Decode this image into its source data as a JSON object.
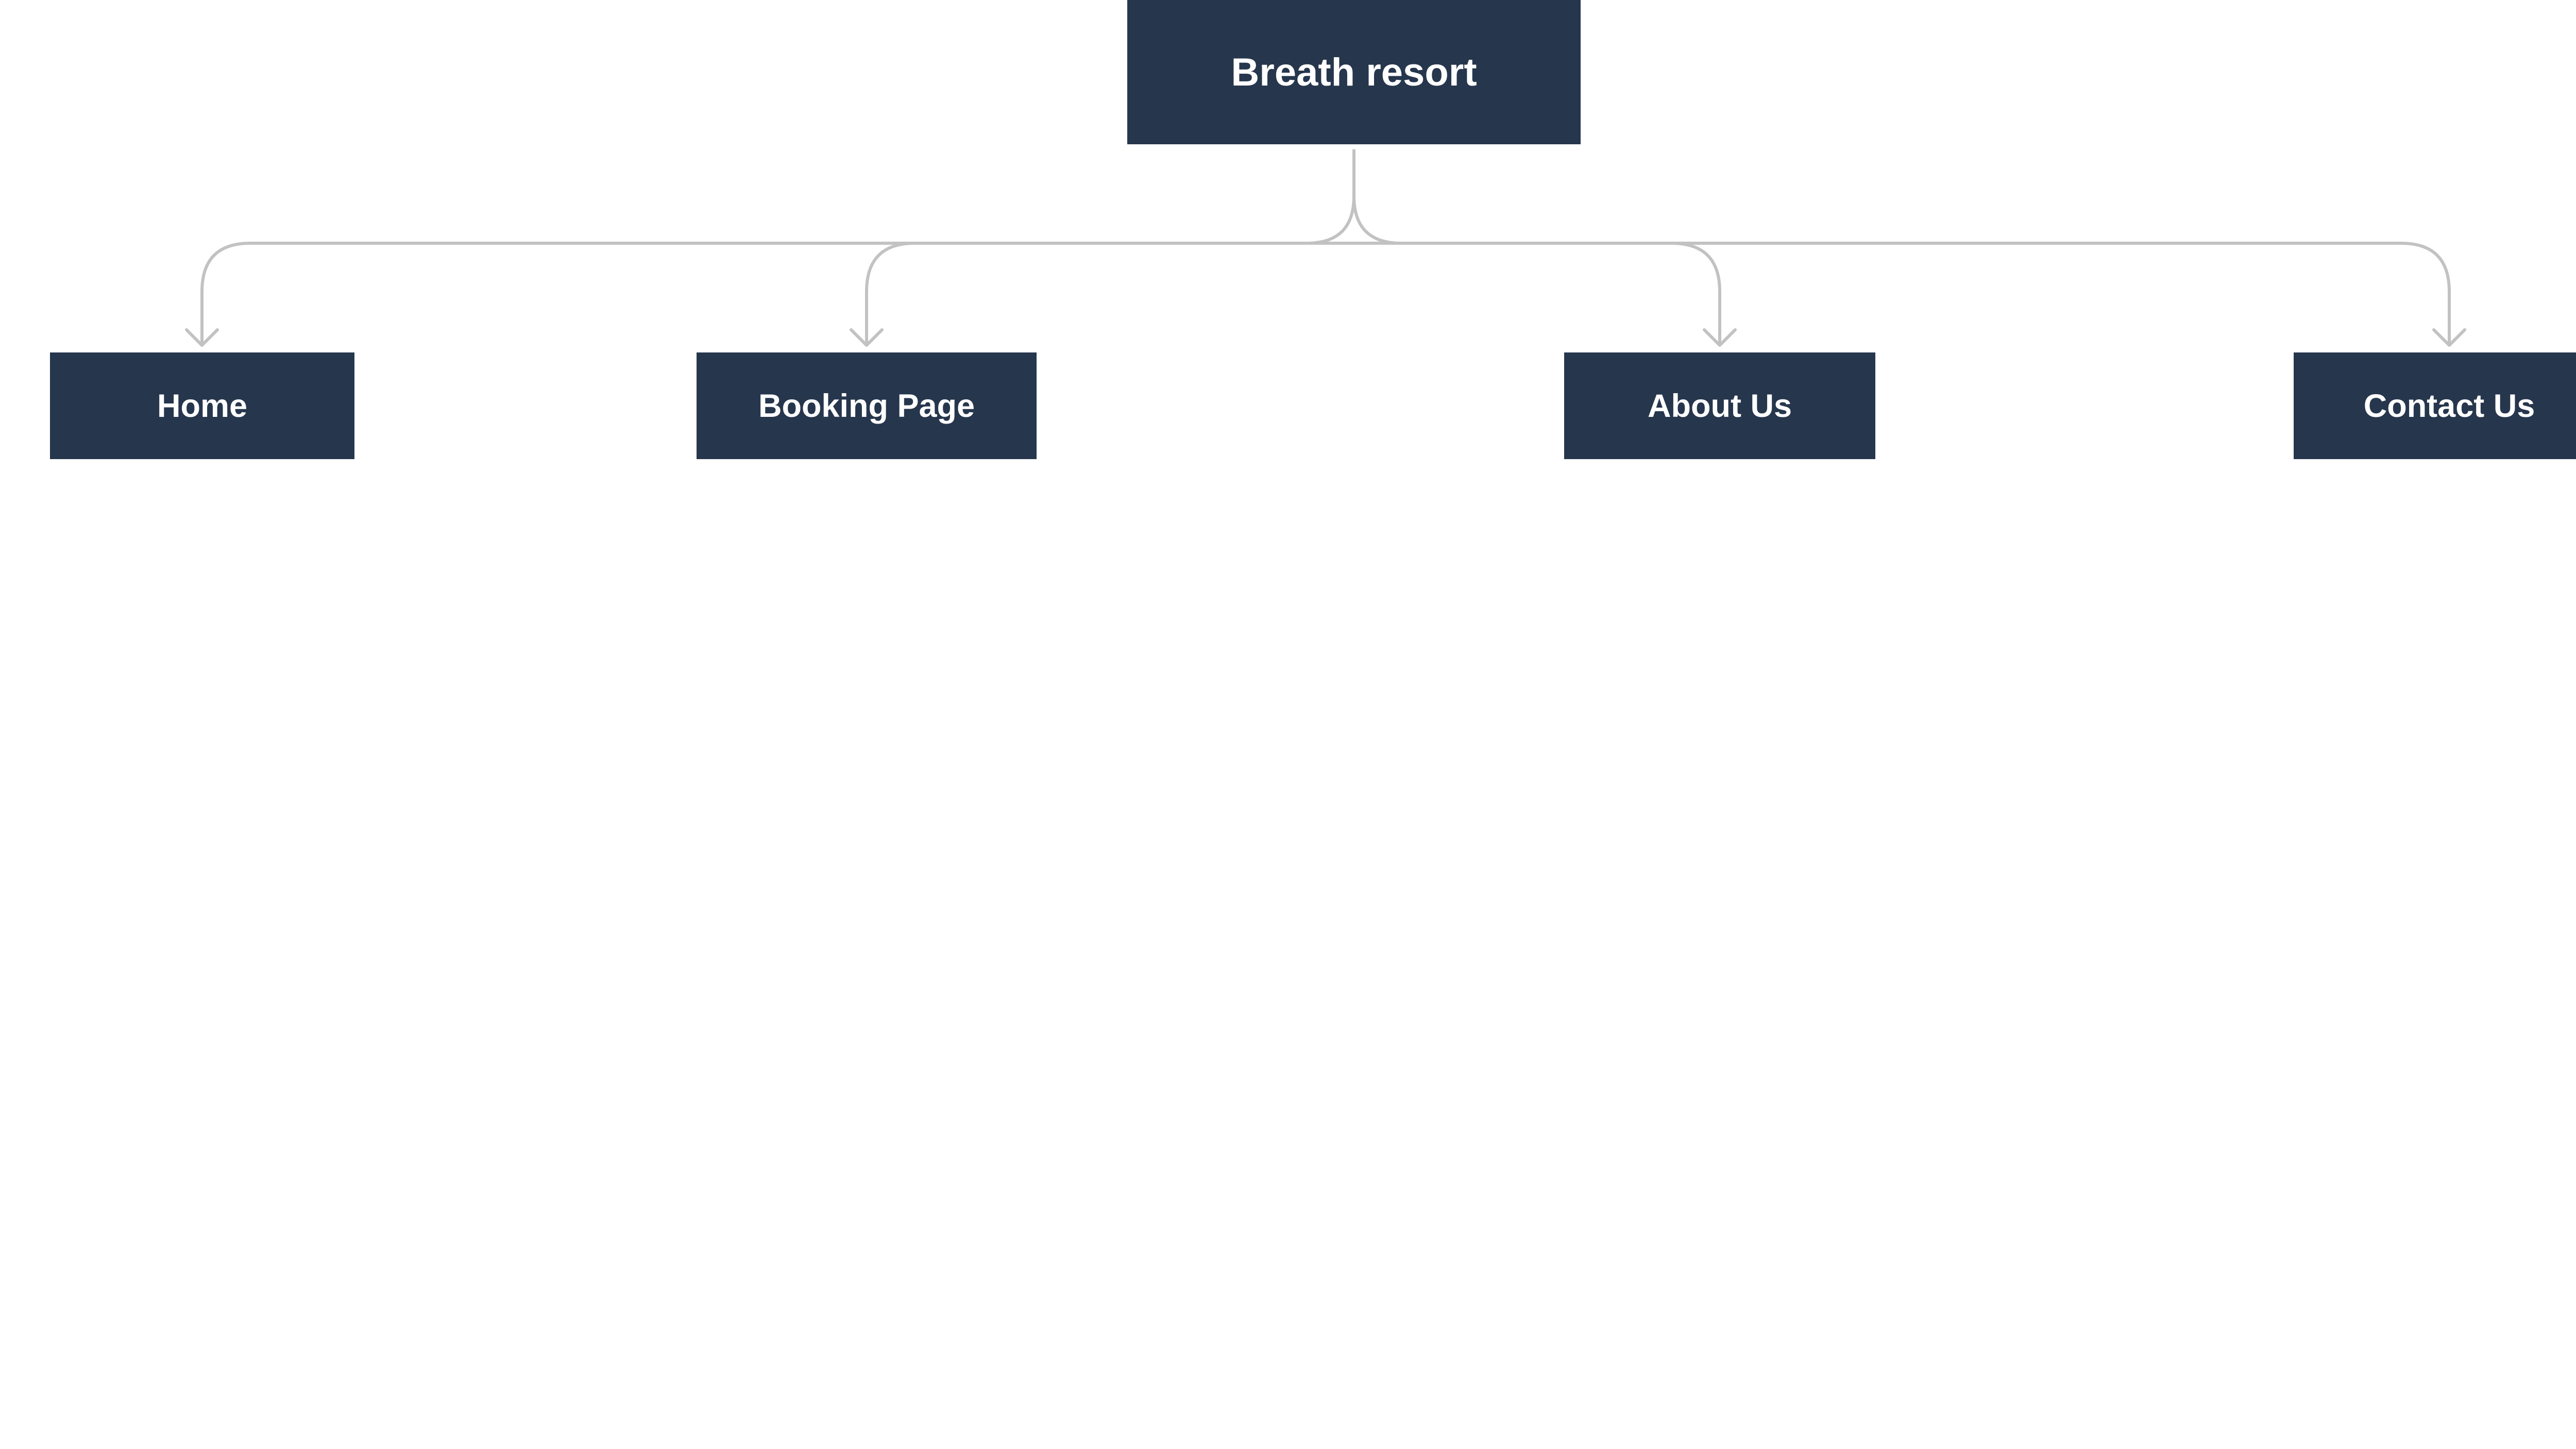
{
  "diagram": {
    "root": {
      "label": "Breath resort"
    },
    "children": [
      {
        "id": "home",
        "label": "Home"
      },
      {
        "id": "booking",
        "label": "Booking Page"
      },
      {
        "id": "about",
        "label": "About Us"
      },
      {
        "id": "contact",
        "label": "Contact Us"
      }
    ]
  },
  "colors": {
    "node_fill": "#26364D",
    "node_text": "#FFFFFF",
    "connector": "#C2C2C2",
    "background": "#FFFFFF"
  }
}
